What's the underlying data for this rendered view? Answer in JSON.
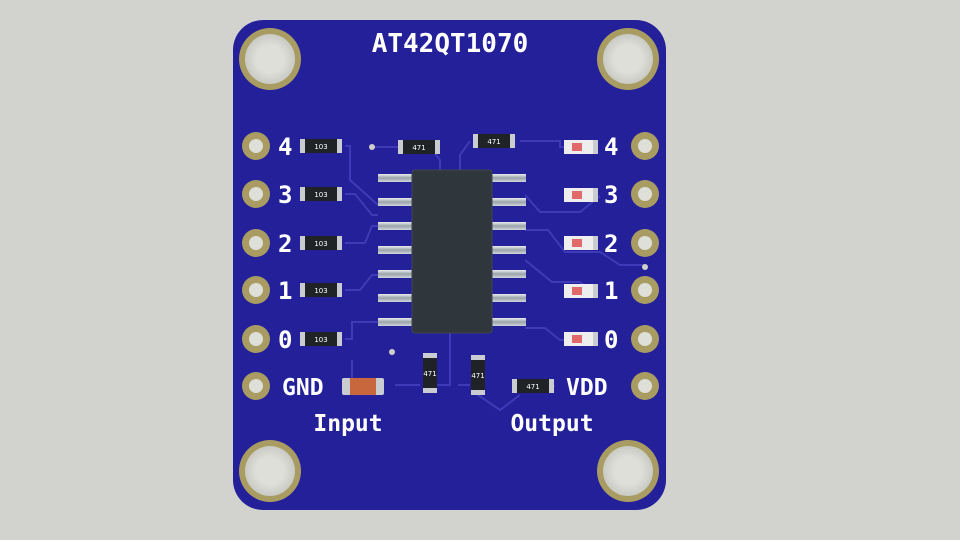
{
  "board": {
    "title": "AT42QT1070",
    "input_label": "Input",
    "output_label": "Output",
    "left_pins": [
      "4",
      "3",
      "2",
      "1",
      "0",
      "GND"
    ],
    "right_pins": [
      "4",
      "3",
      "2",
      "1",
      "0",
      "VDD"
    ],
    "left_resistors": [
      "103",
      "103",
      "103",
      "103",
      "103"
    ],
    "top_resistors": [
      "471",
      "471"
    ],
    "bottom_resistors": [
      "471",
      "471",
      "471"
    ],
    "colors": {
      "background": "#d2d3cf",
      "pcb": "#23209a",
      "trace": "#3e3ab8",
      "pad_gold": "#a89c62",
      "silkscreen": "#ffffff",
      "chip": "#2f363c",
      "led_body": "#eeeeee",
      "led_lens": "#e06a6a",
      "capacitor": "#c8663e"
    }
  }
}
